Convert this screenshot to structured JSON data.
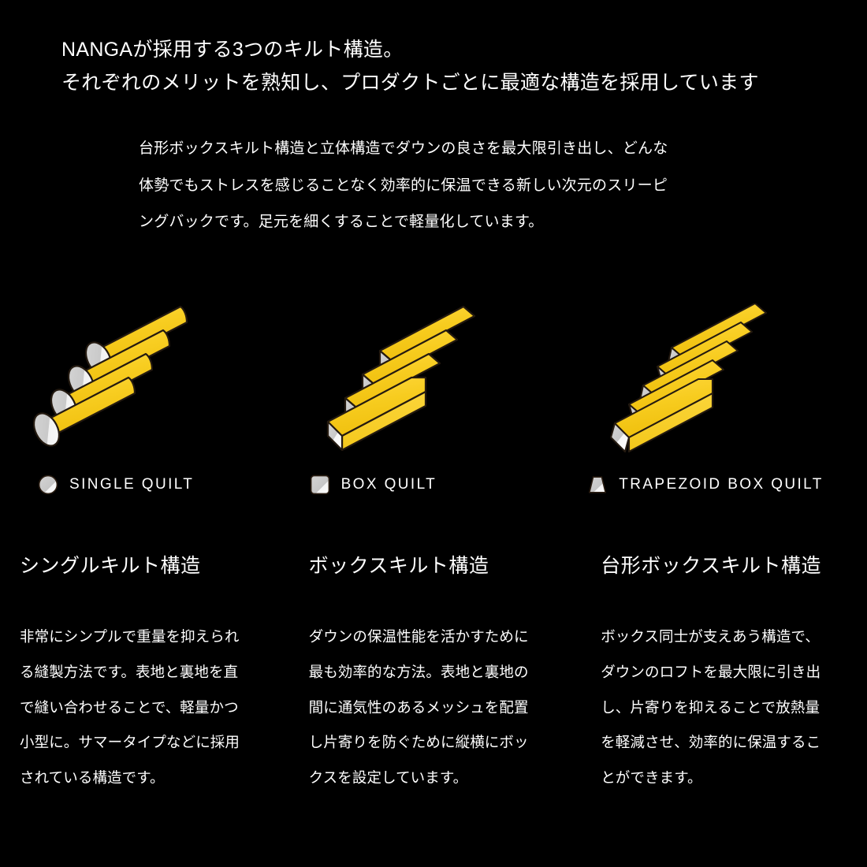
{
  "background_color": "#000000",
  "accent_color": "#F5C518",
  "text_color": "#FFFFFF",
  "grey_color": "#CCCCCC",
  "headline": {
    "line1": "NANGAが採用する3つのキルト構造。",
    "line2": "それぞれのメリットを熟知し、プロダクトごとに最適な構造を採用しています"
  },
  "lead": {
    "line1": "台形ボックスキルト構造と立体構造でダウンの良さを最大限引き出し、どんな",
    "line2": "体勢でもストレスを感じることなく効率的に保温できる新しい次元のスリーピ",
    "line3": "ングバックです。足元を細くすることで軽量化しています。"
  },
  "columns": [
    {
      "icon_name": "circle-icon",
      "legend_label": "SINGLE QUILT",
      "title": "シングルキルト構造",
      "body_lines": [
        "非常にシンプルで重量を抑えられ",
        "る縫製方法です。表地と裏地を直",
        "で縫い合わせることで、軽量かつ",
        "小型に。サマータイプなどに採用",
        "されている構造です。"
      ]
    },
    {
      "icon_name": "square-icon",
      "legend_label": "BOX QUILT",
      "title": "ボックスキルト構造",
      "body_lines": [
        "ダウンの保温性能を活かすために",
        "最も効率的な方法。表地と裏地の",
        "間に通気性のあるメッシュを配置",
        "し片寄りを防ぐために縦横にボッ",
        "クスを設定しています。"
      ]
    },
    {
      "icon_name": "trapezoid-icon",
      "legend_label": "TRAPEZOID BOX QUILT",
      "title": "台形ボックスキルト構造",
      "body_lines": [
        "ボックス同士が支えあう構造で、",
        "ダウンのロフトを最大限に引き出",
        "し、片寄りを抑えることで放熱量",
        "を軽減させ、効率的に保温するこ",
        "とができます。"
      ]
    }
  ]
}
